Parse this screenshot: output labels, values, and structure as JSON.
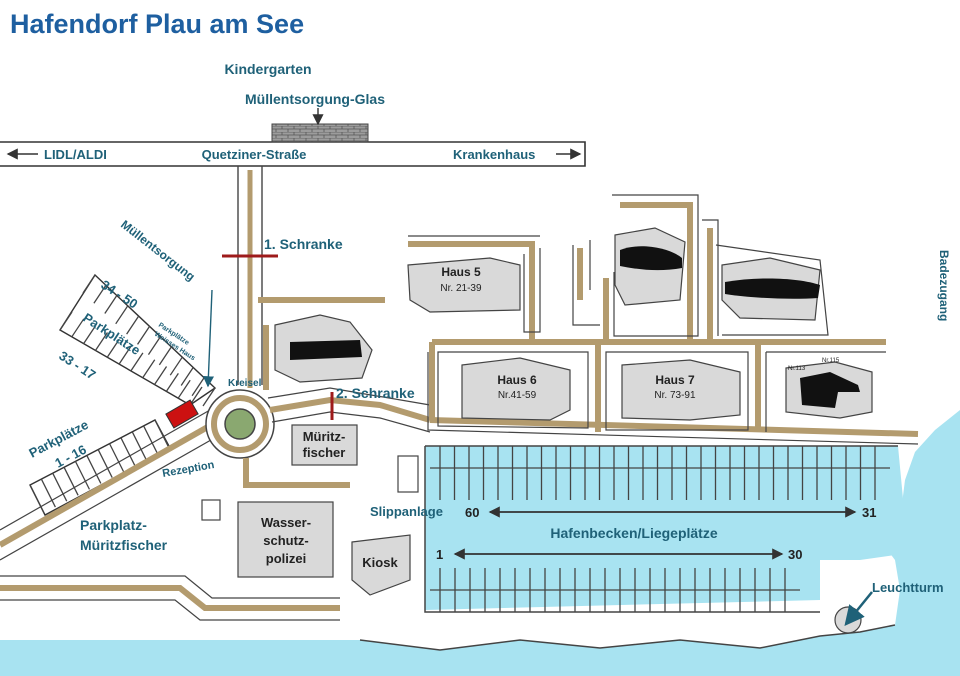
{
  "title": "Hafendorf Plau am See",
  "colors": {
    "path": "#b39b6e",
    "water": "#a8e3f1",
    "building": "#d9d9d9",
    "label": "#1f6178",
    "title": "#1e5fa0",
    "barrier": "#9e1b1b",
    "reception": "#cc1111",
    "redacted": "#111111"
  },
  "labels": {
    "kindergarten": "Kindergarten",
    "muell_glas": "Müllentsorgung-Glas",
    "lidl": "LIDL/ALDI",
    "street": "Quetziner-Straße",
    "krankenhaus": "Krankenhaus",
    "schranke1": "1. Schranke",
    "schranke2": "2. Schranke",
    "muellentsorgung": "Müllentsorgung",
    "park_34_50": "34 - 50",
    "parkplaetze": "Parkplätze",
    "park_33_17": "33 - 17",
    "weisses_1": "Parkplätze",
    "weisses_2": "Weisses Haus",
    "kreisel": "Kreisel",
    "parkplaetze_116_a": "Parkplätze",
    "parkplaetze_116_b": "1 - 16",
    "rezeption": "Rezeption",
    "parkplatz_mf_1": "Parkplatz-",
    "parkplatz_mf_2": "Müritzfischer",
    "mueritz_1": "Müritz-",
    "mueritz_2": "fischer",
    "wasser_1": "Wasser-",
    "wasser_2": "schutz-",
    "wasser_3": "polizei",
    "kiosk": "Kiosk",
    "slip": "Slippanlage",
    "haus5": "Haus 5",
    "haus5_nr": "Nr. 21-39",
    "haus6": "Haus 6",
    "haus6_nr": "Nr.41-59",
    "haus7": "Haus 7",
    "haus7_nr": "Nr. 73-91",
    "nr113": "Nr.113",
    "nr115": "Nr.115",
    "badezugang": "Badezugang",
    "b60": "60",
    "b31": "31",
    "hafenbecken": "Hafenbecken/Liegeplätze",
    "b1": "1",
    "b30": "30",
    "leuchtturm": "Leuchtturm"
  }
}
